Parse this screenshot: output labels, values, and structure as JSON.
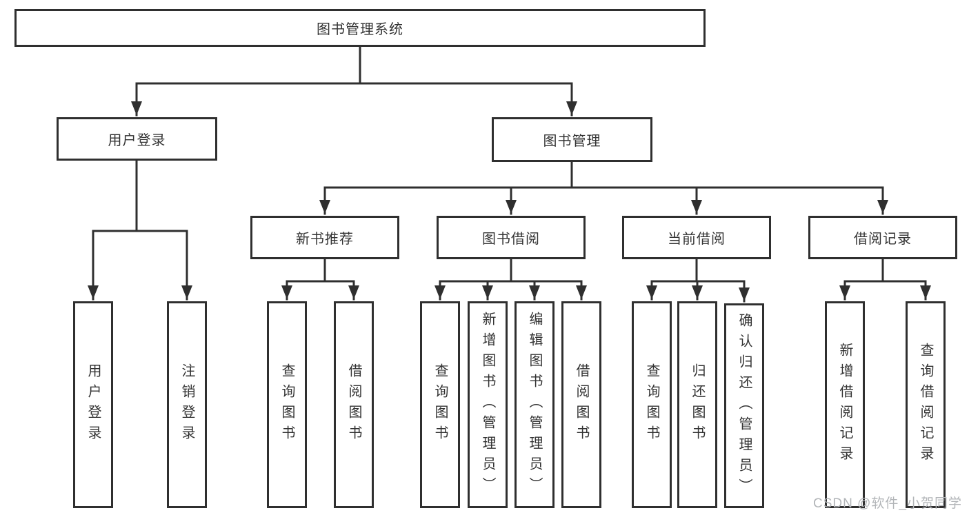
{
  "diagram": {
    "root": {
      "label": "图书管理系统",
      "children": [
        {
          "label": "用户登录",
          "children": [
            {
              "label": "用户登录"
            },
            {
              "label": "注销登录"
            }
          ]
        },
        {
          "label": "图书管理",
          "children": [
            {
              "label": "新书推荐",
              "children": [
                {
                  "label": "查询图书"
                },
                {
                  "label": "借阅图书"
                }
              ]
            },
            {
              "label": "图书借阅",
              "children": [
                {
                  "label": "查询图书"
                },
                {
                  "label": "新增图书（管理员）"
                },
                {
                  "label": "编辑图书（管理员）"
                },
                {
                  "label": "借阅图书"
                }
              ]
            },
            {
              "label": "当前借阅",
              "children": [
                {
                  "label": "查询图书"
                },
                {
                  "label": "归还图书"
                },
                {
                  "label": "确认归还（管理员）"
                }
              ]
            },
            {
              "label": "借阅记录",
              "children": [
                {
                  "label": "新增借阅记录"
                },
                {
                  "label": "查询借阅记录"
                }
              ]
            }
          ]
        }
      ]
    }
  },
  "watermark": {
    "text": "CSDN @软件_小贺同学"
  },
  "colors": {
    "line": "#2f2f2f",
    "box_border": "#2f2f2f",
    "text": "#333333",
    "background": "#ffffff",
    "watermark": "#b2b5b8"
  }
}
